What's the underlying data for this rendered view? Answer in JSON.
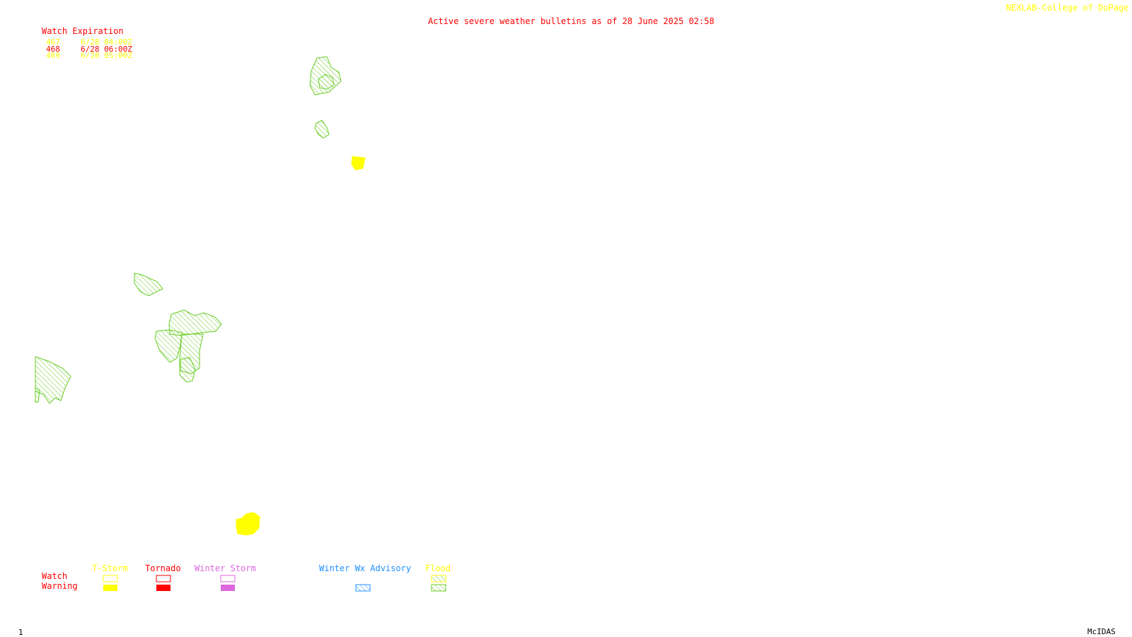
{
  "header": {
    "title": "Active severe weather bulletins as of 28 June 2025 02:58",
    "credit": "NEXLAB-College of DuPage R",
    "title_color": "#ff0000",
    "credit_color": "#ffff00"
  },
  "watch_expiration": {
    "heading": "Watch Expiration",
    "rows": [
      {
        "id": "467",
        "time": "6/28 04:00Z",
        "color": "#ffff00"
      },
      {
        "id": "468",
        "time": "6/28 06:00Z",
        "color": "#ff0000"
      },
      {
        "id": "469",
        "time": "6/28 05:00Z",
        "color": "#ffff00"
      }
    ]
  },
  "legend": {
    "row_labels": {
      "watch": "Watch",
      "warning": "Warning"
    },
    "categories": [
      {
        "label": "T-Storm",
        "color": "#ffff00"
      },
      {
        "label": "Tornado",
        "color": "#ff0000"
      },
      {
        "label": "Winter Storm",
        "color": "#dd66dd"
      },
      {
        "label": "Winter Wx Advisory",
        "color": "#1e90ff"
      },
      {
        "label": "Flood",
        "color": "#66cc22"
      }
    ]
  },
  "footer": {
    "frame_number": "1",
    "software": "McIDAS"
  },
  "colors": {
    "flood": "#66cc22",
    "tstorm_warning": "#ffff00",
    "label_red": "#ff0000"
  }
}
